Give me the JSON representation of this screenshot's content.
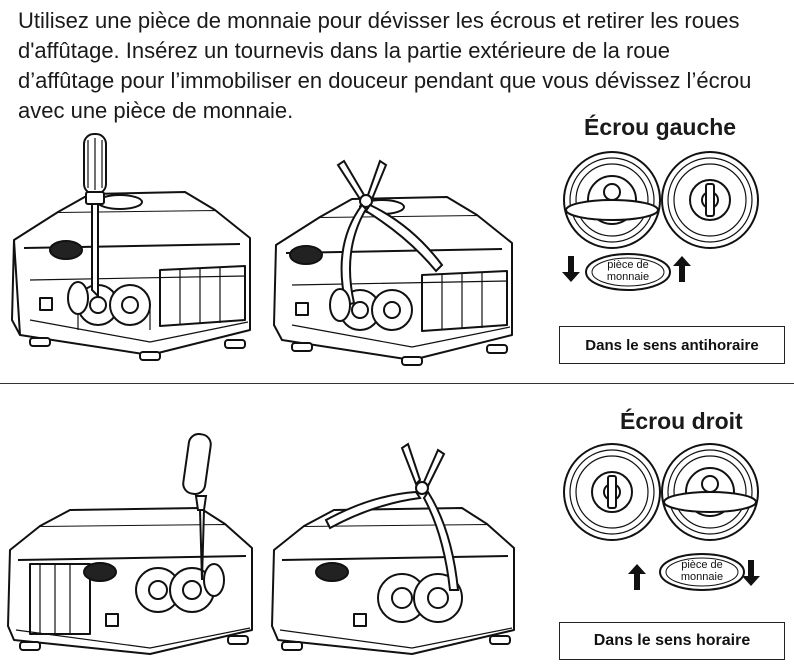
{
  "instructions": "Utilisez une pièce de monnaie pour dévisser les écrous et retirer les roues d'affûtage. Insérez un tournevis dans la partie extérieure de la roue d’affûtage pour l’immobiliser en douceur pendant que vous dévissez l’écrou avec une pièce de monnaie.",
  "left_nut": {
    "title": "Écrou gauche",
    "coin_label_line1": "pièce de",
    "coin_label_line2": "monnaie",
    "direction": "Dans le sens antihoraire"
  },
  "right_nut": {
    "title": "Écrou droit",
    "coin_label_line1": "pièce de",
    "coin_label_line2": "monnaie",
    "direction": "Dans le sens horaire"
  }
}
